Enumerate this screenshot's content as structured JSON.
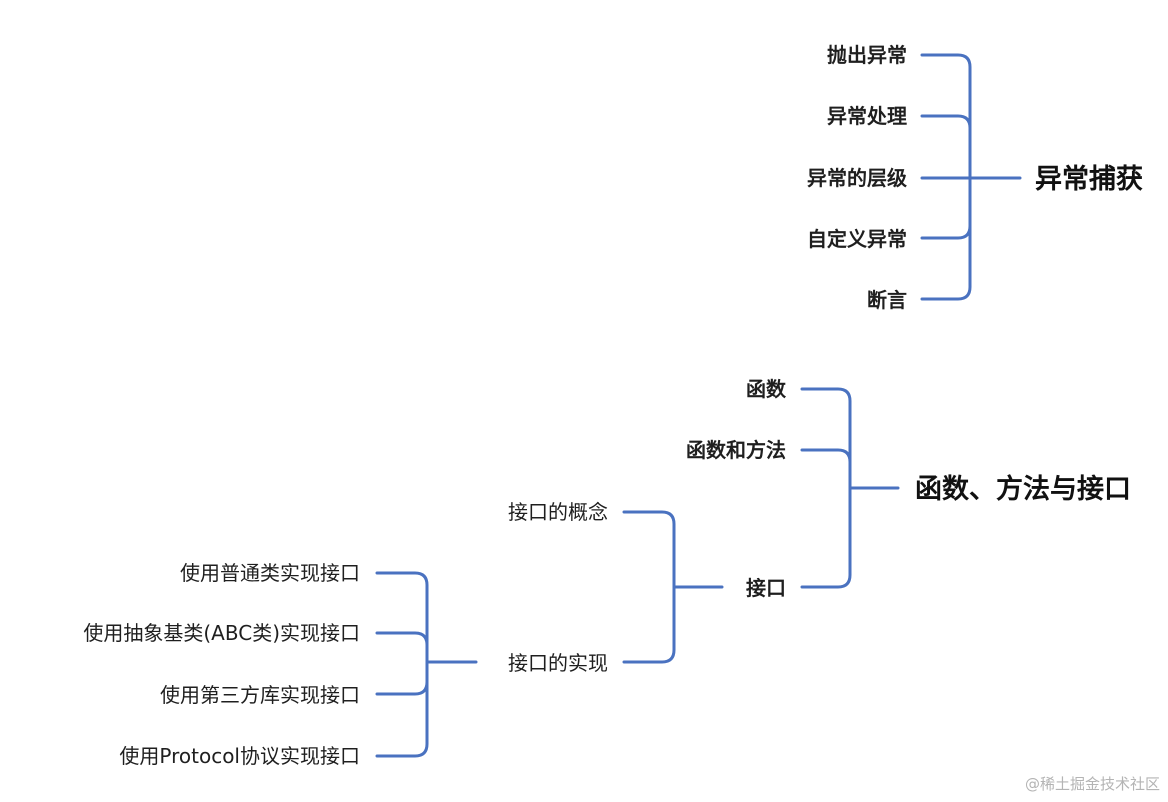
{
  "colors": {
    "line": "#4a72c0",
    "text": "#1f1f1f",
    "watermark": "#b4b4b4"
  },
  "tree1": {
    "root": "异常捕获",
    "children": [
      "抛出异常",
      "异常处理",
      "异常的层级",
      "自定义异常",
      "断言"
    ]
  },
  "tree2": {
    "root": "函数、方法与接口",
    "children": [
      "函数",
      "函数和方法",
      "接口"
    ],
    "interface": {
      "children": [
        "接口的概念",
        "接口的实现"
      ],
      "implementations": [
        "使用普通类实现接口",
        "使用抽象基类(ABC类)实现接口",
        "使用第三方库实现接口",
        "使用Protocol协议实现接口"
      ]
    }
  },
  "watermark": "@稀土掘金技术社区"
}
